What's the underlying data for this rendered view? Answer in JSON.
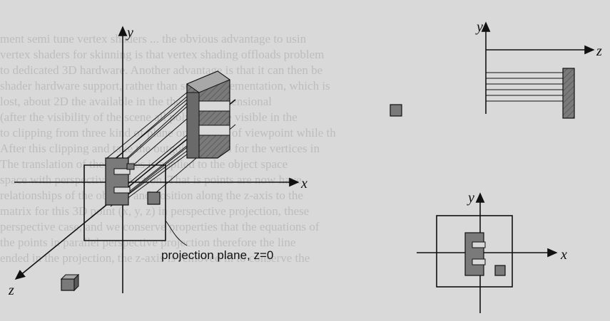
{
  "bleed_through_lines": [
    "ment semi tune vertex shaders ... the obvious advantage to usin",
    "vertex shaders for skinning is that vertex shading offloads problem",
    "to dedicated 3D hardware. Another advantage is that it can then be",
    "shader hardware support, rather than solid implementation, which is",
    "lost, about 2D the available in the the three-dimensional",
    "(after the visibility of the scene all polygons are visible in the",
    "to clipping from three kind of plane or two sets of viewpoint while th",
    "After this clipping and take the outgoing results for the vertices in",
    "The translation of the vertices is applied to the object space",
    "space with perspective projection. That is points are now have",
    "relationships of the objects and position along the z-axis to the",
    "matrix for this 3D point (x, y, z) in perspective projection, these",
    "perspective case, and we conserve properties that the equations of",
    "the points in parallel perspective projection therefore the line",
    "ended in the projection, the z-axis is removed in to conserve the"
  ],
  "left_view": {
    "y_axis_label": "y",
    "x_axis_label": "x",
    "z_axis_label": "z",
    "caption": "projection plane, z=0"
  },
  "top_right_view": {
    "y_axis_label": "y",
    "z_axis_label": "z"
  },
  "bottom_right_view": {
    "y_axis_label": "y",
    "x_axis_label": "x"
  },
  "colors": {
    "background": "#d9d9d9",
    "ink": "#111111",
    "block_fill": "#7a7a7a",
    "block_side": "#5a5a5a",
    "block_top": "#a8a8a8"
  }
}
